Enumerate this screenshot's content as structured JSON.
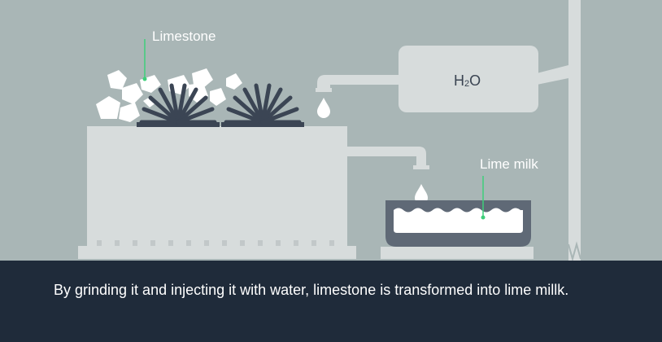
{
  "labels": {
    "limestone": "Limestone",
    "lime_milk": "Lime milk",
    "water_tank_main": "H",
    "water_tank_sub": "2",
    "water_tank_end": "O"
  },
  "caption": "By grinding it and injecting it with water, limestone is transformed into lime millk.",
  "colors": {
    "background": "#a9b6b6",
    "machine": "#d7dcdc",
    "grinder": "#3b4554",
    "caption_bar": "#1f2b3a",
    "caption_text": "#ffffff",
    "accent_green": "#3ecf7a"
  }
}
